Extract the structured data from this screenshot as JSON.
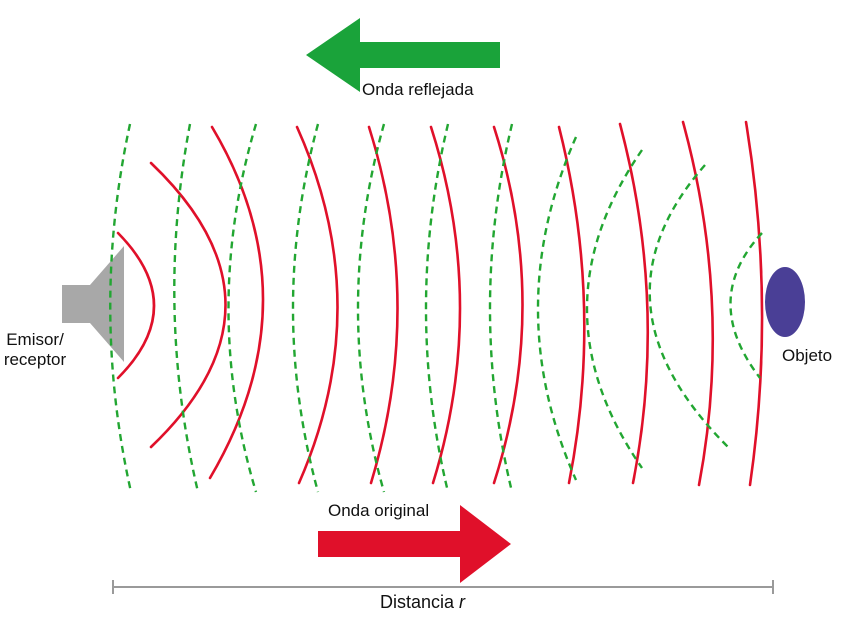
{
  "labels": {
    "reflected_wave": "Onda reflejada",
    "original_wave": "Onda original",
    "emitter_line1": "Emisor/",
    "emitter_line2": "receptor",
    "object": "Objeto",
    "distance": "Distancia",
    "distance_symbol": "r"
  },
  "colors": {
    "original_wave": "#e0102a",
    "reflected_wave": "#22a632",
    "reflected_arrow": "#1aa33a",
    "original_arrow": "#e0102a",
    "emitter": "#a8a8a8",
    "object": "#4a3f96",
    "distance_bar": "#9a9a9a"
  }
}
